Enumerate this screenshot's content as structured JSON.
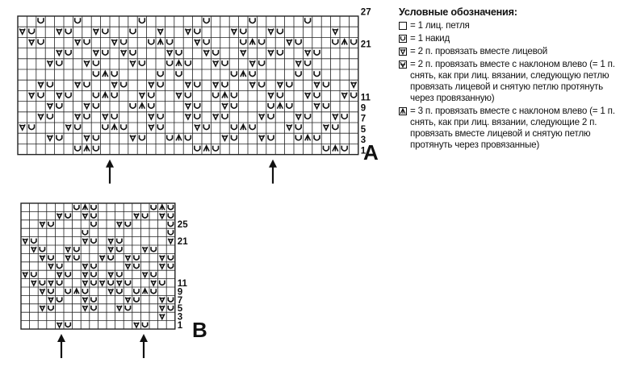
{
  "legend": {
    "title": "Условные обозначения:",
    "items": [
      {
        "symbol": "empty-square",
        "text": "= 1 лиц. петля"
      },
      {
        "symbol": "yarn-over-u",
        "text": "= 1 накид"
      },
      {
        "symbol": "knit-two-right",
        "text": "= 2 п. провязать вместе лицевой"
      },
      {
        "symbol": "knit-two-left",
        "text": "= 2 п. провязать вместе с наклоном влево (= 1 п. снять, как при лиц. вязании, следующую петлю провязать лицевой и снятую петлю протянуть через провязанную)"
      },
      {
        "symbol": "knit-three-left",
        "text": "= 3 п. провязать вместе с наклоном влево (= 1 п. снять, как при лиц. вязании, следующие 2 п. провязать вместе лицевой и снятую петлю протянуть через провязанные)"
      }
    ]
  },
  "charts": {
    "a": {
      "label": "A",
      "row_numbers": [
        "27",
        "21",
        "11",
        "9",
        "7",
        "5",
        "3",
        "1"
      ]
    },
    "b": {
      "label": "B",
      "row_numbers": [
        "25",
        "21",
        "11",
        "9",
        "7",
        "5",
        "3",
        "1"
      ]
    }
  },
  "colors": {
    "ink": "#111111",
    "grid": "#222222",
    "background": "#ffffff"
  }
}
